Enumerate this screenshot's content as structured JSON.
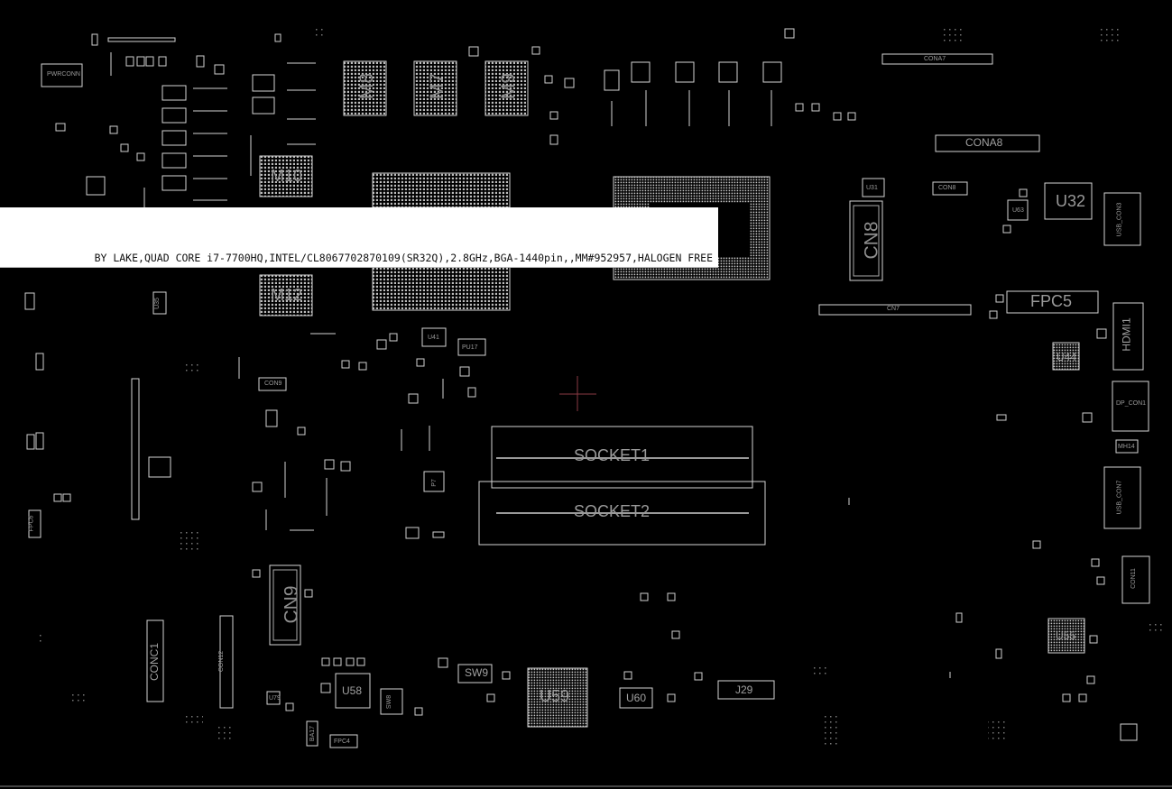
{
  "tooltip": {
    "text": "BY LAKE,QUAD CORE i7-7700HQ,INTEL/CL8067702870109(SR32Q),2.8GHz,BGA-1440pin,,MM#952957,HALOGEN FREE"
  },
  "components": {
    "m8": "M8",
    "m7": "M7",
    "m9": "M9",
    "m10": "M10",
    "m12": "M12",
    "cn8": "CN8",
    "cn9": "CN9",
    "cn7": "CN7",
    "cona7": "CONA7",
    "cona8": "CONA8",
    "conc1": "CONC1",
    "con12": "CON12",
    "u32": "U32",
    "u31": "U31",
    "u63": "U63",
    "con8": "CON8",
    "usb_con3": "USB_CON3",
    "fpc5": "FPC5",
    "hdmi1": "HDMI1",
    "u44": "U44",
    "dp_con1": "DP_CON1",
    "mh14": "MH14",
    "usb_con7": "USB_CON7",
    "con11": "CON11",
    "u55": "U55",
    "j29": "J29",
    "u60": "U60",
    "u59": "U59",
    "sw9": "SW9",
    "u58": "U58",
    "fpc4": "FPC4",
    "ba17": "BA17",
    "socket1": "SOCKET1",
    "socket2": "SOCKET2",
    "u41": "U41",
    "pwrconn": "PWRCONN",
    "fpc6": "FPC6",
    "u35": "U35",
    "con9": "CON9",
    "swr": "SW8",
    "u79": "U79",
    "p7": "P7",
    "pu17": "PU17"
  },
  "colors": {
    "background": "#000000",
    "trace": "#d0d0d0",
    "tooltip_bg": "#ffffff",
    "crosshair": "#8a3a44"
  }
}
